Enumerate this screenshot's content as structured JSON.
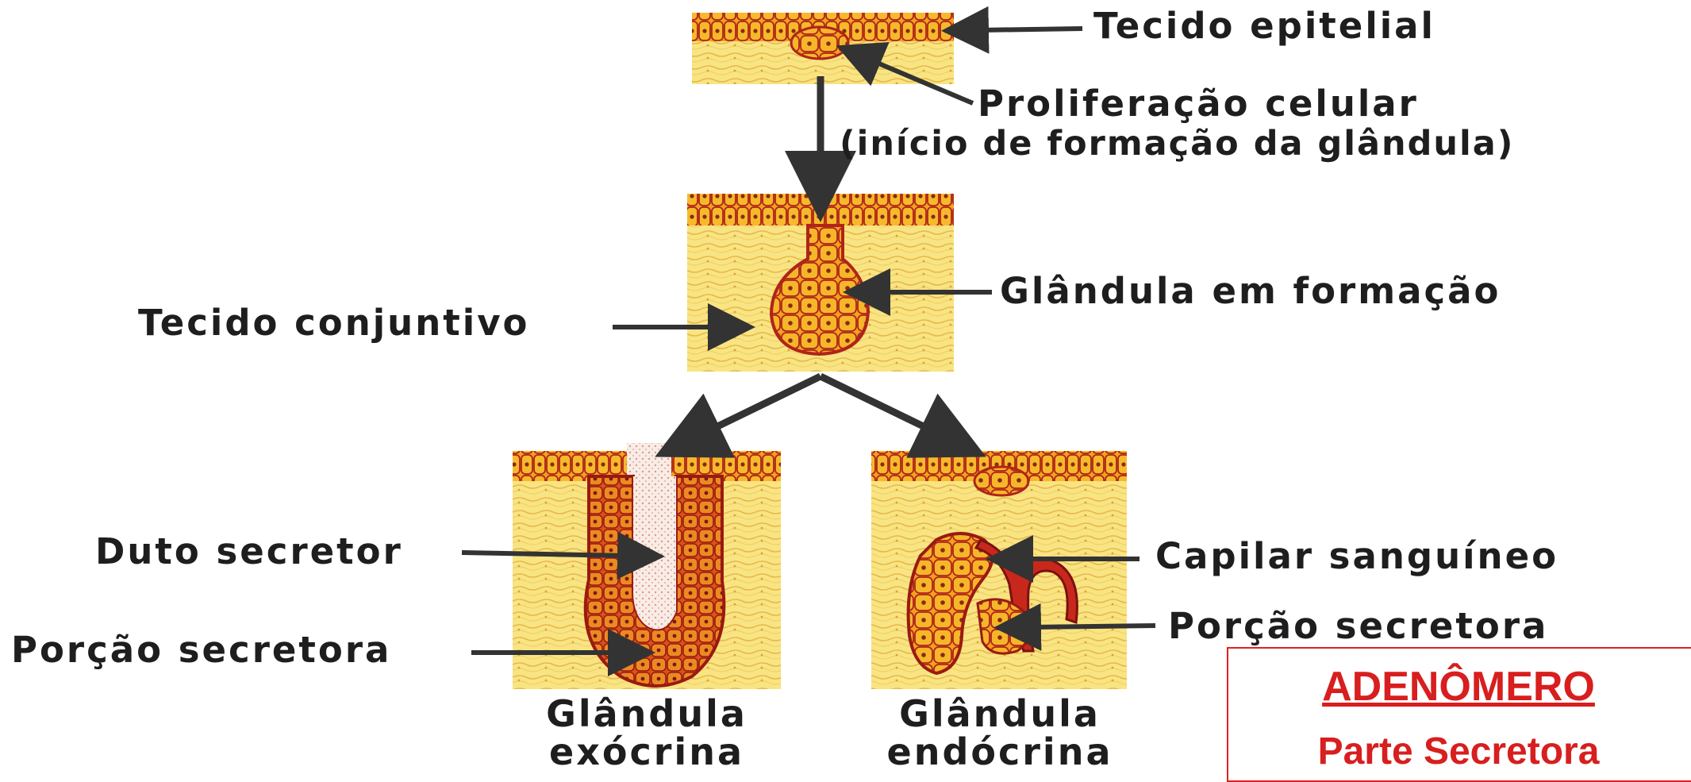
{
  "labels": {
    "tecido_epitelial": "Tecido epitelial",
    "proliferacao": "Proliferação celular",
    "inicio_formacao": "(início de formação da glândula)",
    "glandula_em_formacao": "Glândula em formação",
    "tecido_conjuntivo": "Tecido conjuntivo",
    "duto_secretor": "Duto secretor",
    "porcao_secretora_exo": "Porção secretora",
    "capilar_sanguineo": "Capilar sanguíneo",
    "porcao_secretora_endo": "Porção secretora"
  },
  "captions": {
    "exocrina_line1": "Glândula",
    "exocrina_line2": "exócrina",
    "endocrina_line1": "Glândula",
    "endocrina_line2": "endócrina"
  },
  "note": {
    "title": "ADENÔMERO",
    "subtitle": "Parte Secretora"
  },
  "colors": {
    "label_text": "#1e1e1e",
    "arrow": "#333333",
    "connective_tissue": "#f8e27a",
    "epithelium": "#e8901a",
    "cell_outline": "#b0241a",
    "note_red": "#d81e1e"
  }
}
